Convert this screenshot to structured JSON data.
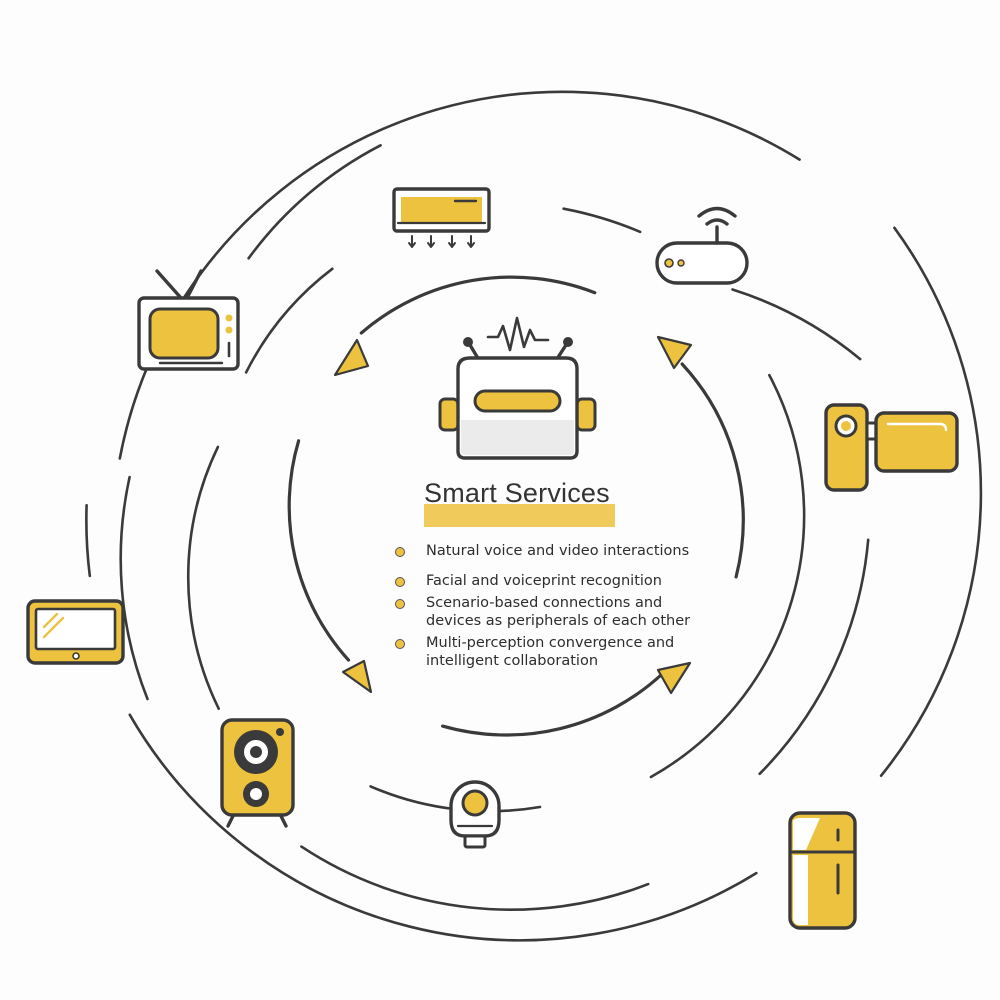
{
  "center": {
    "title": "Smart Services"
  },
  "services": [
    {
      "lines": [
        "Natural voice and video interactions"
      ]
    },
    {
      "lines": [
        "Facial and voiceprint recognition"
      ]
    },
    {
      "lines": [
        "Scenario-based connections and",
        "devices as peripherals of each other"
      ]
    },
    {
      "lines": [
        "Multi-perception convergence and",
        "intelligent collaboration"
      ]
    }
  ],
  "devices": [
    {
      "name": "air-conditioner-icon"
    },
    {
      "name": "router-icon"
    },
    {
      "name": "television-icon"
    },
    {
      "name": "camcorder-icon"
    },
    {
      "name": "tablet-icon"
    },
    {
      "name": "speaker-icon"
    },
    {
      "name": "smart-camera-icon"
    },
    {
      "name": "refrigerator-icon"
    },
    {
      "name": "robot-icon"
    }
  ],
  "colors": {
    "accent": "#edc23f",
    "stroke": "#3a3a3a",
    "background": "#fdfdfd"
  }
}
